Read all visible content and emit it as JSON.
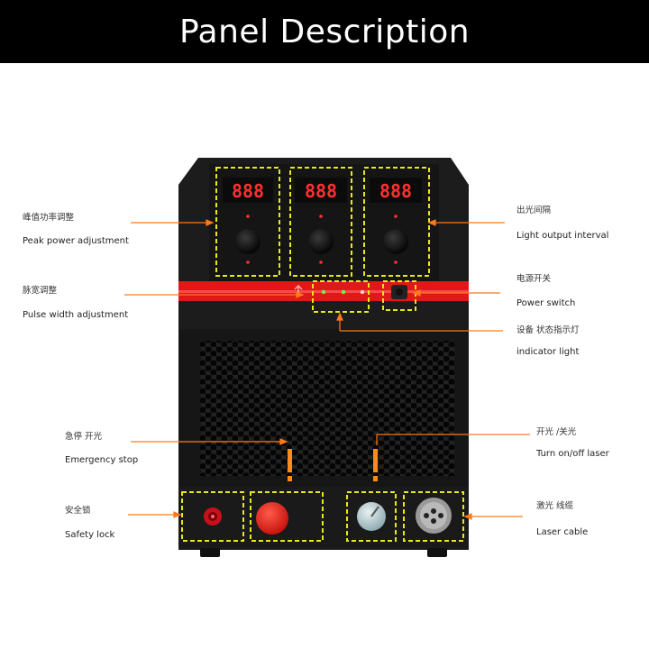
{
  "header": {
    "title": "Panel Description"
  },
  "colors": {
    "header_bg": "#000000",
    "device_body": "#1c1c1c",
    "red_strip": "#e01818",
    "highlight_box": "#e8e81a",
    "arrow": "#ff7a1a",
    "emergency_button": "#e8201a",
    "laser_switch": "#9fc3c8"
  },
  "displays": [
    "888",
    "888",
    "888"
  ],
  "labels": {
    "peak_power_cn": "峰值功率调整",
    "peak_power_en": "Peak power adjustment",
    "pulse_width_cn": "脉宽调整",
    "pulse_width_en": "Pulse width adjustment",
    "emergency_cn": "急停 开光",
    "emergency_en": "Emergency stop",
    "safety_lock_cn": "安全锁",
    "safety_lock_en": "Safety lock",
    "light_interval_cn": "出光间隔",
    "light_interval_en": "Light output interval",
    "power_switch_cn": "电源开关",
    "power_switch_en": "Power switch",
    "indicator_cn": "设备 状态指示灯",
    "indicator_en": "indicator light",
    "laser_toggle_cn": "开光 /关光",
    "laser_toggle_en": "Turn on/off laser",
    "laser_cable_cn": "激光 线缆",
    "laser_cable_en": "Laser cable"
  },
  "icons": [
    "knob-icon",
    "power-button-icon",
    "indicator-led-icon",
    "safety-lock-icon",
    "emergency-stop-icon",
    "laser-switch-icon",
    "laser-cable-port-icon",
    "warning-exclamation-icon"
  ]
}
